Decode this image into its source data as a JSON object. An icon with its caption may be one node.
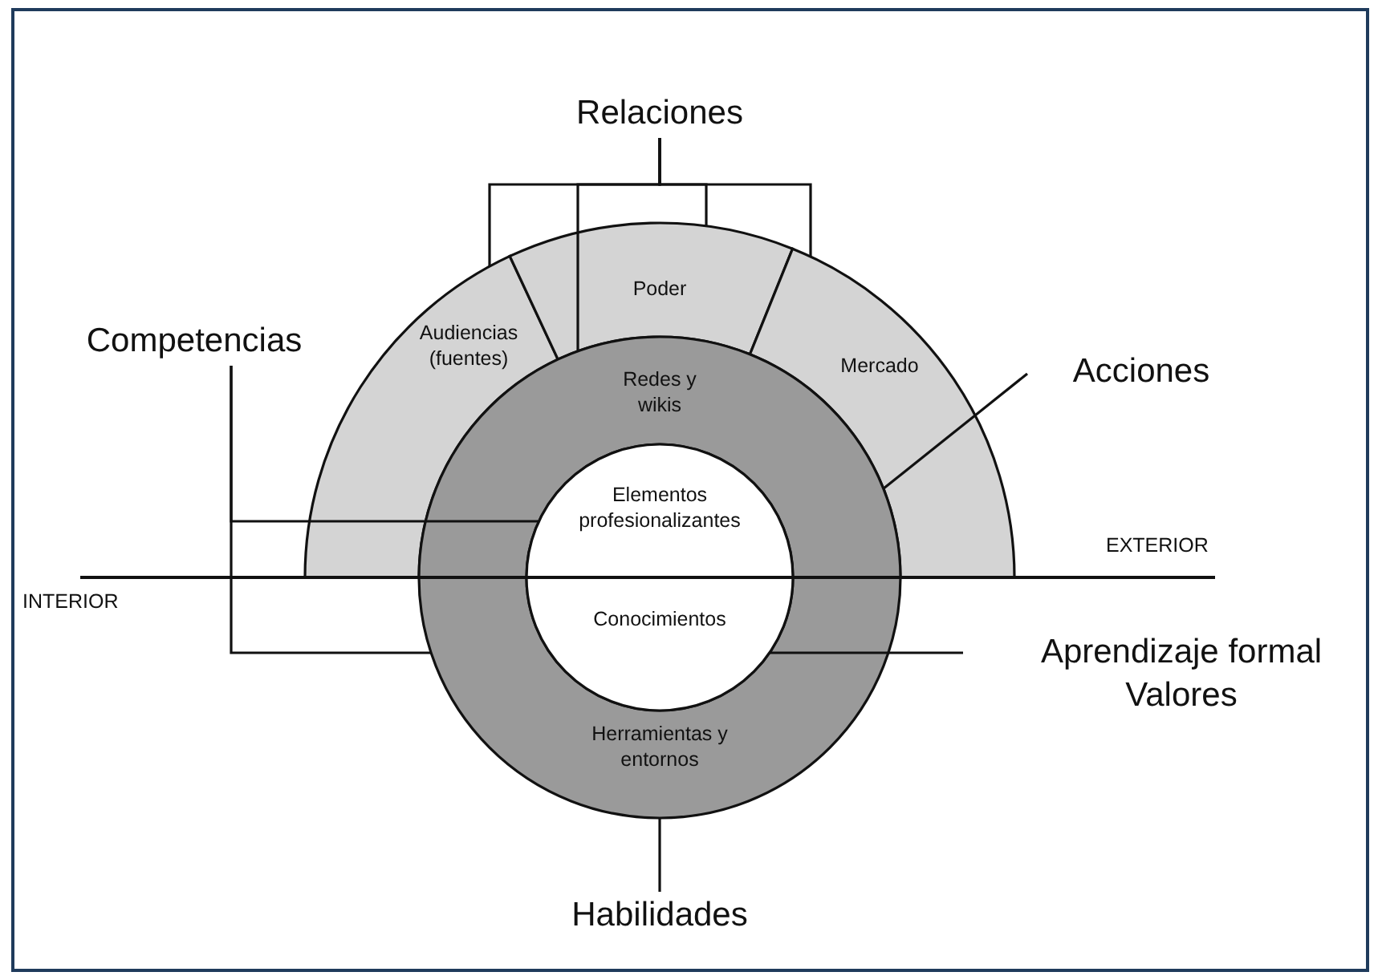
{
  "diagram": {
    "nodes": [
      {
        "text": [
          "Relaciones"
        ]
      },
      {
        "text": [
          "Competencias"
        ]
      },
      {
        "text": [
          "Audiencias (fuentes)"
        ]
      },
      {
        "text": [
          "Poder"
        ]
      },
      {
        "text": [
          "Mercado"
        ]
      },
      {
        "text": [
          "Acciones"
        ]
      },
      {
        "text": [
          "Redes y wikis",
          "Herramientas y entornos"
        ]
      },
      {
        "text": [
          "Elementos profesionalizantes",
          "Conocimientos"
        ],
        "in": 6
      },
      {
        "text": [
          "Aprendizaje formal",
          "Valores"
        ]
      },
      {
        "text": [
          "Habilidades"
        ]
      }
    ],
    "edges": [
      {
        "from": 0,
        "to": 2,
        "arrow": "none"
      },
      {
        "from": 0,
        "to": 6,
        "arrow": "none"
      },
      {
        "from": 0,
        "to": 3,
        "arrow": "none"
      },
      {
        "from": 0,
        "to": 4,
        "arrow": "none"
      },
      {
        "from": 1,
        "to": 7,
        "arrow": "none"
      },
      {
        "from": 1,
        "to": 6,
        "arrow": "none"
      },
      {
        "from": 5,
        "to": 6,
        "arrow": "none"
      },
      {
        "from": 8,
        "to": 7,
        "arrow": "none"
      },
      {
        "from": 9,
        "to": 6,
        "arrow": "none"
      }
    ],
    "labels": [
      "EXTERIOR",
      "INTERIOR"
    ]
  }
}
